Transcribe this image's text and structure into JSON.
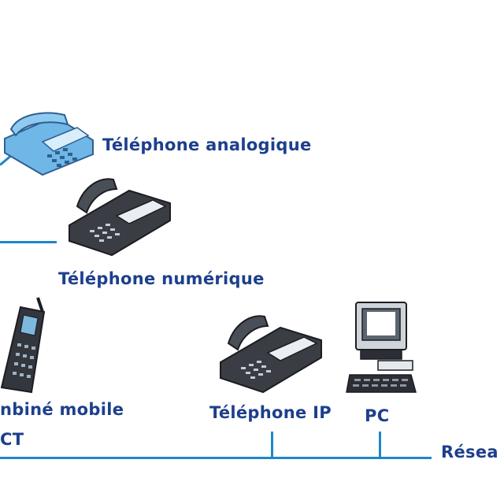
{
  "labels": {
    "analog_phone": "Téléphone analogique",
    "digital_phone": "Téléphone numérique",
    "mobile_handset": "nbiné mobile",
    "dect": "CT",
    "ip_phone": "Téléphone IP",
    "pc": "PC",
    "network": "Résea"
  },
  "colors": {
    "label": "#1d3f8c",
    "network_line": "#1f86c9",
    "analog_phone_body": "#6fb7e6",
    "dark_phone_body": "#3a3d44"
  },
  "icons": {
    "analog_phone": "desk-phone-icon",
    "digital_phone": "digital-phone-icon",
    "mobile_handset": "cordless-handset-icon",
    "ip_phone": "ip-phone-icon",
    "pc": "computer-icon"
  }
}
